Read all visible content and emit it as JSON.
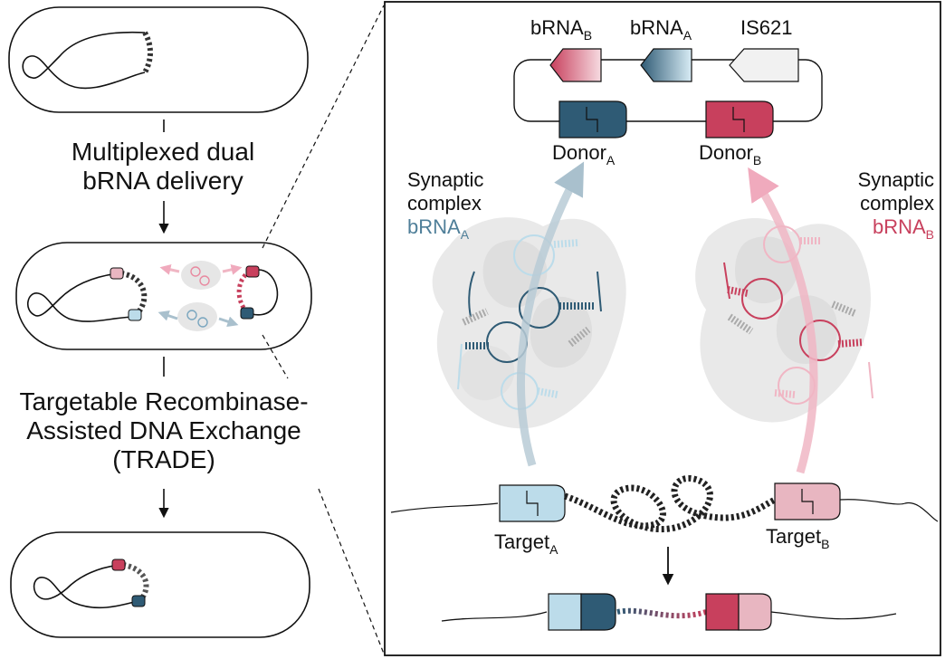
{
  "steps": {
    "step1_line1": "Multiplexed dual",
    "step1_line2": "bRNA delivery",
    "step2_line1": "Targetable Recombinase-",
    "step2_line2": "Assisted DNA Exchange",
    "step2_line3": "(TRADE)"
  },
  "plasmid": {
    "brna_b": "bRNA",
    "brna_b_sub": "B",
    "brna_a": "bRNA",
    "brna_a_sub": "A",
    "is621": "IS621"
  },
  "donors": {
    "donor_a": "Donor",
    "donor_a_sub": "A",
    "donor_b": "Donor",
    "donor_b_sub": "B"
  },
  "complexes": {
    "left_line1": "Synaptic",
    "left_line2": "complex",
    "left_line3": "bRNA",
    "left_sub": "A",
    "right_line1": "Synaptic",
    "right_line2": "complex",
    "right_line3": "bRNA",
    "right_sub": "B"
  },
  "targets": {
    "target_a": "Target",
    "target_a_sub": "A",
    "target_b": "Target",
    "target_b_sub": "B"
  },
  "colors": {
    "blue_dark": "#2f5b75",
    "blue_light": "#bcdcea",
    "red_dark": "#c8405d",
    "red_light": "#e8b6c1",
    "arrow_blue": "#b9cbd6",
    "arrow_red": "#f0b6c4"
  }
}
